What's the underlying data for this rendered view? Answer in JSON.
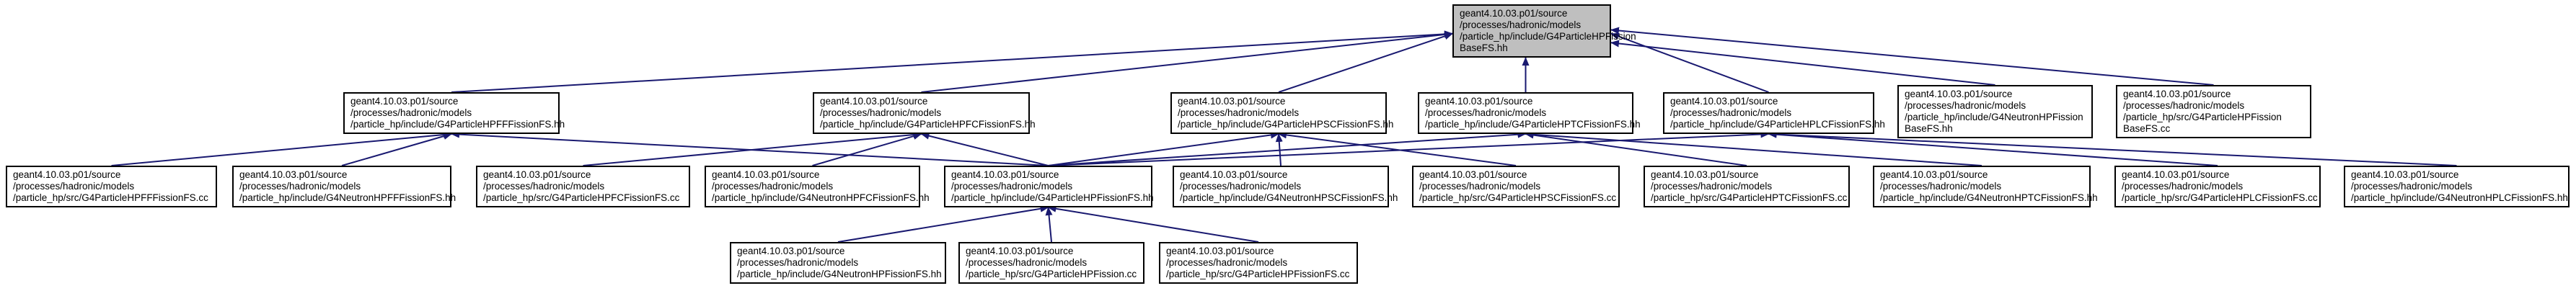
{
  "colors": {
    "edge": "#191970",
    "node_border": "#000000",
    "node_fill": "#ffffff",
    "root_fill": "#bfbfbf",
    "text": "#000000"
  },
  "nodes": [
    {
      "id": "root",
      "root": true,
      "lines": [
        "geant4.10.03.p01/source",
        "/processes/hadronic/models",
        "/particle_hp/include/G4ParticleHPFission",
        "BaseFS.hh"
      ]
    },
    {
      "id": "pfff_hh",
      "lines": [
        "geant4.10.03.p01/source",
        "/processes/hadronic/models",
        "/particle_hp/include/G4ParticleHPFFFissionFS.hh"
      ]
    },
    {
      "id": "pfc_hh",
      "lines": [
        "geant4.10.03.p01/source",
        "/processes/hadronic/models",
        "/particle_hp/include/G4ParticleHPFCFissionFS.hh"
      ]
    },
    {
      "id": "psc_hh",
      "lines": [
        "geant4.10.03.p01/source",
        "/processes/hadronic/models",
        "/particle_hp/include/G4ParticleHPSCFissionFS.hh"
      ]
    },
    {
      "id": "ptc_hh",
      "lines": [
        "geant4.10.03.p01/source",
        "/processes/hadronic/models",
        "/particle_hp/include/G4ParticleHPTCFissionFS.hh"
      ]
    },
    {
      "id": "plc_hh",
      "lines": [
        "geant4.10.03.p01/source",
        "/processes/hadronic/models",
        "/particle_hp/include/G4ParticleHPLCFissionFS.hh"
      ]
    },
    {
      "id": "nbase_hh",
      "lines": [
        "geant4.10.03.p01/source",
        "/processes/hadronic/models",
        "/particle_hp/include/G4NeutronHPFission",
        "BaseFS.hh"
      ]
    },
    {
      "id": "pbase_cc",
      "lines": [
        "geant4.10.03.p01/source",
        "/processes/hadronic/models",
        "/particle_hp/src/G4ParticleHPFission",
        "BaseFS.cc"
      ]
    },
    {
      "id": "pfff_cc",
      "lines": [
        "geant4.10.03.p01/source",
        "/processes/hadronic/models",
        "/particle_hp/src/G4ParticleHPFFFissionFS.cc"
      ]
    },
    {
      "id": "nfff_hh",
      "lines": [
        "geant4.10.03.p01/source",
        "/processes/hadronic/models",
        "/particle_hp/include/G4NeutronHPFFFissionFS.hh"
      ]
    },
    {
      "id": "pfc_cc",
      "lines": [
        "geant4.10.03.p01/source",
        "/processes/hadronic/models",
        "/particle_hp/src/G4ParticleHPFCFissionFS.cc"
      ]
    },
    {
      "id": "nfc_hh",
      "lines": [
        "geant4.10.03.p01/source",
        "/processes/hadronic/models",
        "/particle_hp/include/G4NeutronHPFCFissionFS.hh"
      ]
    },
    {
      "id": "pfs_hh",
      "lines": [
        "geant4.10.03.p01/source",
        "/processes/hadronic/models",
        "/particle_hp/include/G4ParticleHPFissionFS.hh"
      ]
    },
    {
      "id": "nsc_hh",
      "lines": [
        "geant4.10.03.p01/source",
        "/processes/hadronic/models",
        "/particle_hp/include/G4NeutronHPSCFissionFS.hh"
      ]
    },
    {
      "id": "psc_cc",
      "lines": [
        "geant4.10.03.p01/source",
        "/processes/hadronic/models",
        "/particle_hp/src/G4ParticleHPSCFissionFS.cc"
      ]
    },
    {
      "id": "ptc_cc",
      "lines": [
        "geant4.10.03.p01/source",
        "/processes/hadronic/models",
        "/particle_hp/src/G4ParticleHPTCFissionFS.cc"
      ]
    },
    {
      "id": "ntc_hh",
      "lines": [
        "geant4.10.03.p01/source",
        "/processes/hadronic/models",
        "/particle_hp/include/G4NeutronHPTCFissionFS.hh"
      ]
    },
    {
      "id": "plc_cc",
      "lines": [
        "geant4.10.03.p01/source",
        "/processes/hadronic/models",
        "/particle_hp/src/G4ParticleHPLCFissionFS.cc"
      ]
    },
    {
      "id": "nlc_hh",
      "lines": [
        "geant4.10.03.p01/source",
        "/processes/hadronic/models",
        "/particle_hp/include/G4NeutronHPLCFissionFS.hh"
      ]
    },
    {
      "id": "nfs_hh",
      "lines": [
        "geant4.10.03.p01/source",
        "/processes/hadronic/models",
        "/particle_hp/include/G4NeutronHPFissionFS.hh"
      ]
    },
    {
      "id": "pf_cc",
      "lines": [
        "geant4.10.03.p01/source",
        "/processes/hadronic/models",
        "/particle_hp/src/G4ParticleHPFission.cc"
      ]
    },
    {
      "id": "pfs_cc",
      "lines": [
        "geant4.10.03.p01/source",
        "/processes/hadronic/models",
        "/particle_hp/src/G4ParticleHPFissionFS.cc"
      ]
    }
  ],
  "edges": [
    [
      "pfff_hh",
      "root"
    ],
    [
      "pfc_hh",
      "root"
    ],
    [
      "psc_hh",
      "root"
    ],
    [
      "ptc_hh",
      "root"
    ],
    [
      "plc_hh",
      "root"
    ],
    [
      "nbase_hh",
      "root"
    ],
    [
      "pbase_cc",
      "root"
    ],
    [
      "pfff_cc",
      "pfff_hh"
    ],
    [
      "nfff_hh",
      "pfff_hh"
    ],
    [
      "pfs_hh",
      "pfff_hh"
    ],
    [
      "pfc_cc",
      "pfc_hh"
    ],
    [
      "nfc_hh",
      "pfc_hh"
    ],
    [
      "pfs_hh",
      "pfc_hh"
    ],
    [
      "pfs_hh",
      "psc_hh"
    ],
    [
      "nsc_hh",
      "psc_hh"
    ],
    [
      "psc_cc",
      "psc_hh"
    ],
    [
      "pfs_hh",
      "ptc_hh"
    ],
    [
      "ptc_cc",
      "ptc_hh"
    ],
    [
      "ntc_hh",
      "ptc_hh"
    ],
    [
      "pfs_hh",
      "plc_hh"
    ],
    [
      "plc_cc",
      "plc_hh"
    ],
    [
      "nlc_hh",
      "plc_hh"
    ],
    [
      "nfs_hh",
      "pfs_hh"
    ],
    [
      "pf_cc",
      "pfs_hh"
    ],
    [
      "pfs_cc",
      "pfs_hh"
    ]
  ]
}
